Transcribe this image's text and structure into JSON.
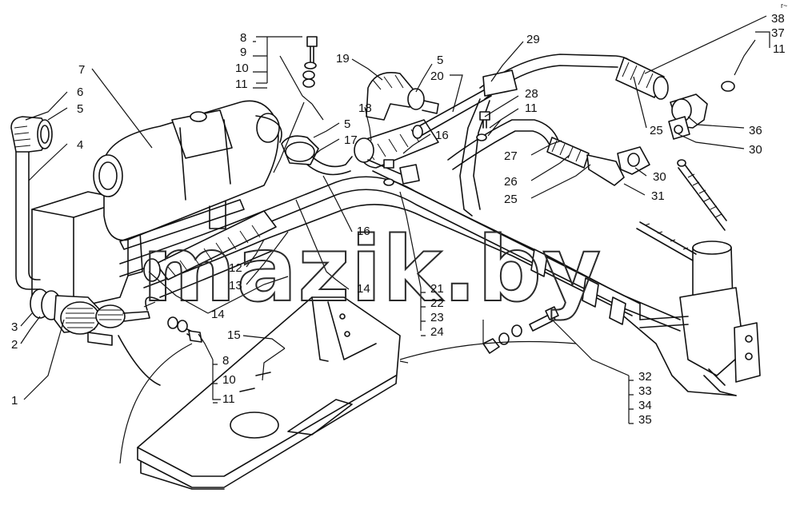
{
  "watermark": "mazik.by",
  "corner_mark": "r~",
  "callouts": {
    "c1": "1",
    "c2": "2",
    "c3": "3",
    "c4": "4",
    "c5a": "5",
    "c6": "6",
    "c7": "7",
    "c8a": "8",
    "c9": "9",
    "c10a": "10",
    "c11a": "11",
    "c19": "19",
    "c5b": "5",
    "c20": "20",
    "c29": "29",
    "c38": "38",
    "c37": "37",
    "c11b": "11",
    "c18": "18",
    "c5c": "5",
    "c16a": "16",
    "c17": "17",
    "c28": "28",
    "c11c": "11",
    "c25a": "25",
    "c36": "36",
    "c30a": "30",
    "c27": "27",
    "c26": "26",
    "c25b": "25",
    "c30b": "30",
    "c31": "31",
    "c16b": "16",
    "c12": "12",
    "c13": "13",
    "c14a": "14",
    "c14b": "14",
    "c21": "21",
    "c22": "22",
    "c23": "23",
    "c24": "24",
    "c15": "15",
    "c8b": "8",
    "c10b": "10",
    "c11d": "11",
    "c32": "32",
    "c33": "33",
    "c34": "34",
    "c35": "35"
  }
}
